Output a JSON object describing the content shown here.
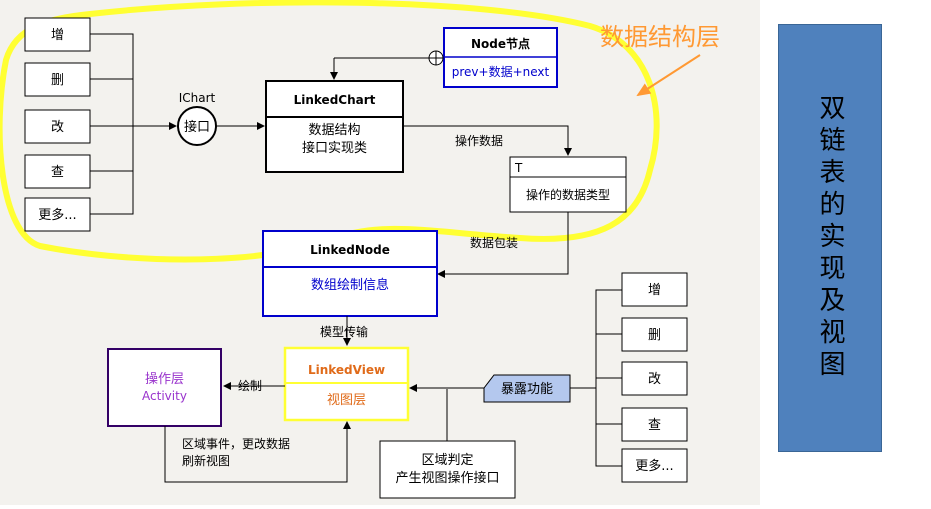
{
  "left_ops": [
    "增",
    "删",
    "改",
    "查",
    "更多..."
  ],
  "right_ops": [
    "增",
    "删",
    "改",
    "查",
    "更多..."
  ],
  "ichart": {
    "label": "IChart",
    "port": "接口"
  },
  "node_box": {
    "title": "Node节点",
    "body": "prev+数据+next"
  },
  "linked_chart": {
    "title": "LinkedChart",
    "line1": "数据结构",
    "line2": "接口实现类"
  },
  "generic_t": {
    "title": "T",
    "body": "操作的数据类型"
  },
  "linked_node": {
    "title": "LinkedNode",
    "body": "数组绘制信息"
  },
  "linked_view": {
    "title": "LinkedView",
    "body": "视图层"
  },
  "activity": {
    "title": "操作层",
    "body": "Activity"
  },
  "expose": {
    "label": "暴露功能"
  },
  "region": {
    "line1": "区域判定",
    "line2": "产生视图操作接口"
  },
  "edge_labels": {
    "operate_data": "操作数据",
    "data_wrap": "数据包装",
    "model_transfer": "模型传输",
    "draw": "绘制",
    "event_line1": "区域事件，更改数据",
    "event_line2": "刷新视图"
  },
  "layer_label": "数据结构层",
  "side_title": "双链表的实现及视图",
  "colors": {
    "highlight_yellow": "#ffff33",
    "orange": "#ff9933",
    "node_blue": "#0000cc",
    "view_orange": "#e06b1a",
    "activity_purple": "#9933cc",
    "expose_fill": "#b4c8ee",
    "panel_blue": "#4f81bd"
  }
}
